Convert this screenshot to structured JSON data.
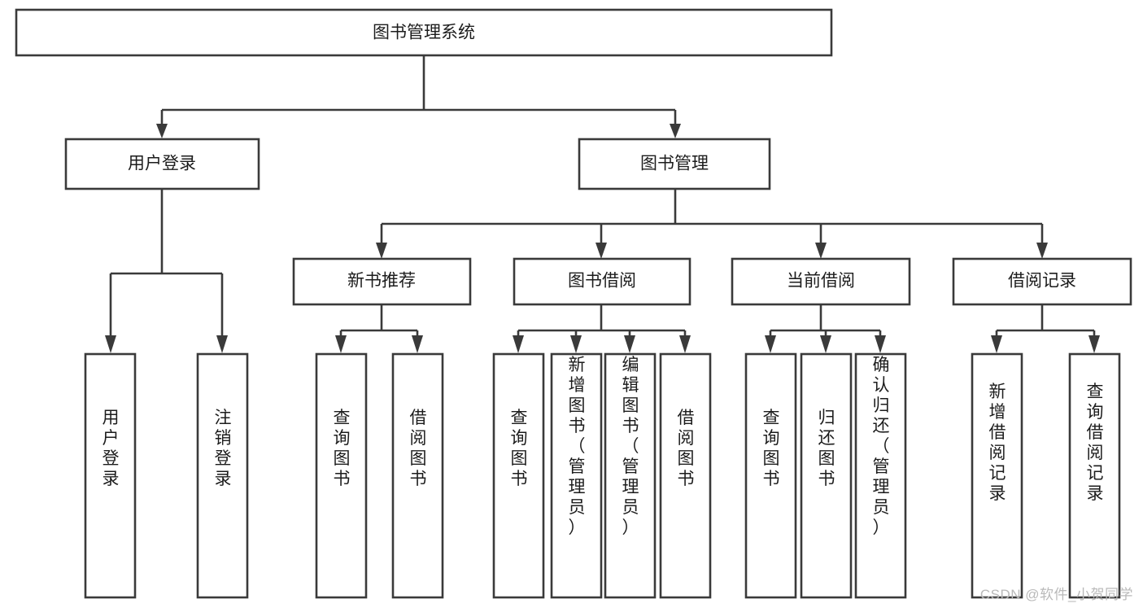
{
  "diagram": {
    "title": "图书管理系统",
    "type": "hierarchy-tree",
    "orientation": "top-down",
    "colors": {
      "box_stroke": "#3a3a3a",
      "box_fill": "#ffffff",
      "text": "#1c1c1c",
      "background": "#ffffff",
      "watermark": "#b9b9b9"
    },
    "root": {
      "label": "图书管理系统"
    },
    "level2": [
      {
        "label": "用户登录"
      },
      {
        "label": "图书管理"
      }
    ],
    "level3": [
      {
        "label": "新书推荐"
      },
      {
        "label": "图书借阅"
      },
      {
        "label": "当前借阅"
      },
      {
        "label": "借阅记录"
      }
    ],
    "leaves": {
      "user_login": [
        {
          "label": "用户登录"
        },
        {
          "label": "注销登录"
        }
      ],
      "new_book_recommend": [
        {
          "label": "查询图书"
        },
        {
          "label": "借阅图书"
        }
      ],
      "book_borrow": [
        {
          "label": "查询图书"
        },
        {
          "label": "新增图书（管理员）"
        },
        {
          "label": "编辑图书（管理员）"
        },
        {
          "label": "借阅图书"
        }
      ],
      "current_borrow": [
        {
          "label": "查询图书"
        },
        {
          "label": "归还图书"
        },
        {
          "label": "确认归还（管理员）"
        }
      ],
      "borrow_record": [
        {
          "label": "新增借阅记录"
        },
        {
          "label": "查询借阅记录"
        }
      ]
    }
  },
  "watermark": {
    "text": "CSDN @软件_小贺同学"
  }
}
